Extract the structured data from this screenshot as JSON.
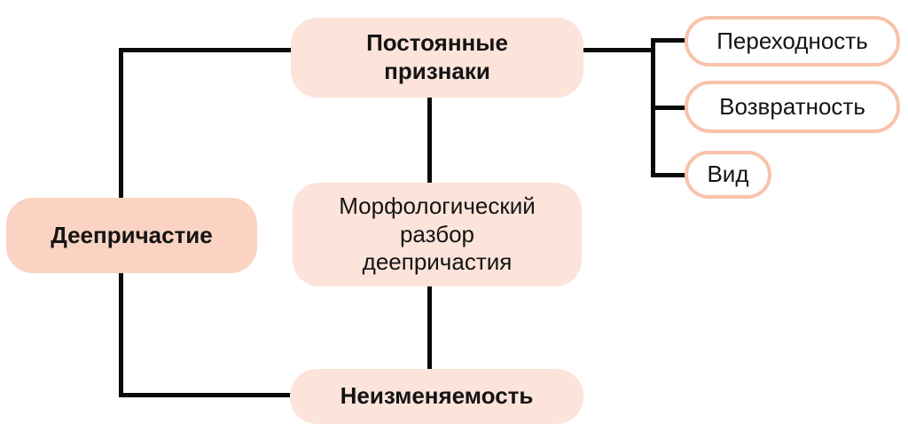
{
  "diagram": {
    "nodes": {
      "root": {
        "label": "Деепричастие"
      },
      "constant": {
        "label": "Постоянные\nпризнаки"
      },
      "center": {
        "label": "Морфологический\nразбор\nдеепричастия"
      },
      "immutability": {
        "label": "Неизменяемость"
      },
      "transitivity": {
        "label": "Переходность"
      },
      "reflexivity": {
        "label": "Возвратность"
      },
      "aspect": {
        "label": "Вид"
      }
    },
    "colors": {
      "accent_fill": "#fad3c3",
      "light_fill": "#fce4da",
      "outline": "#f8c3ab",
      "line": "#0a0a0a",
      "text": "#141414"
    }
  }
}
